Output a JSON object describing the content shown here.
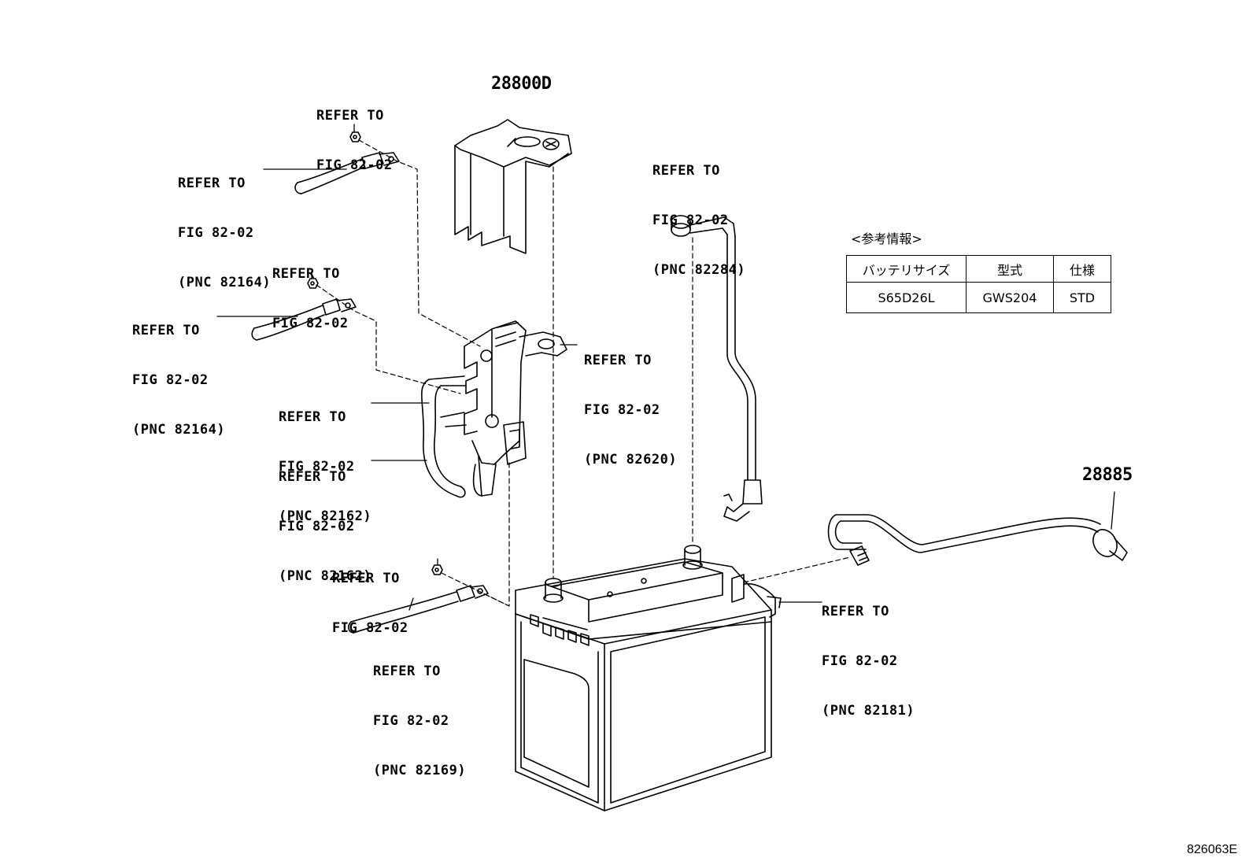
{
  "callouts": {
    "c1": [
      "REFER TO",
      "FIG 82-02"
    ],
    "c2": [
      "REFER TO",
      "FIG 82-02",
      "(PNC 82164)"
    ],
    "c3": [
      "REFER TO",
      "FIG 82-02"
    ],
    "c4": [
      "REFER TO",
      "FIG 82-02",
      "(PNC 82164)"
    ],
    "c5": [
      "REFER TO",
      "FIG 82-02",
      "(PNC 82162)"
    ],
    "c6": [
      "REFER TO",
      "FIG 82-02",
      "(PNC 82162)"
    ],
    "c7": [
      "REFER TO",
      "FIG 82-02",
      "(PNC 82620)"
    ],
    "c8": [
      "REFER TO",
      "FIG 82-02",
      "(PNC 82284)"
    ],
    "c9": [
      "REFER TO",
      "FIG 82-02"
    ],
    "c10": [
      "REFER TO",
      "FIG 82-02",
      "(PNC 82169)"
    ],
    "c11": [
      "REFER TO",
      "FIG 82-02",
      "(PNC 82181)"
    ]
  },
  "parts": {
    "cover": "28800D",
    "vent_hose": "28885"
  },
  "reference_info": {
    "title": "<参考情報>",
    "headers": [
      "バッテリサイズ",
      "型式",
      "仕様"
    ],
    "row": [
      "S65D26L",
      "GWS204",
      "STD"
    ]
  },
  "figure_id": "826063E"
}
